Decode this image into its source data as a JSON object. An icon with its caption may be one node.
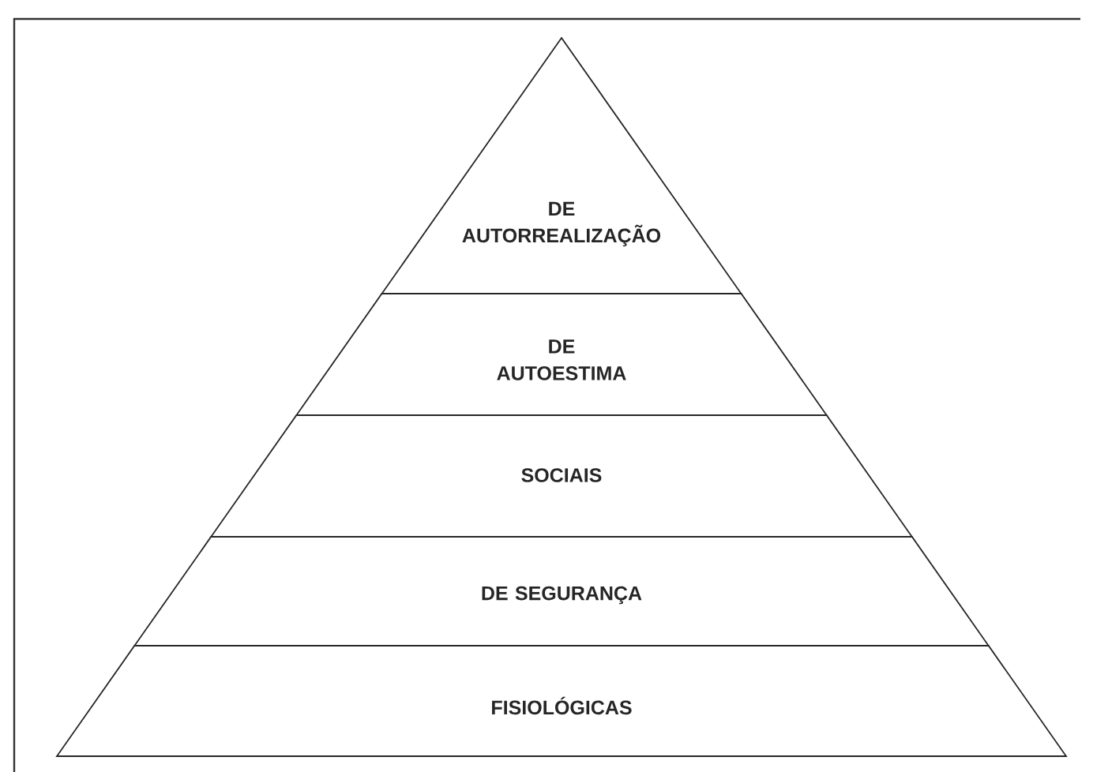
{
  "diagram": {
    "nodes": [
      {
        "text": [
          "DE AUTORREALIZAÇÃO"
        ]
      },
      {
        "text": [
          "DE AUTOESTIMA"
        ]
      },
      {
        "text": [
          "SOCIAIS"
        ]
      },
      {
        "text": [
          "DE SEGURANÇA"
        ]
      },
      {
        "text": [
          "FISIOLÓGICAS"
        ]
      }
    ]
  }
}
